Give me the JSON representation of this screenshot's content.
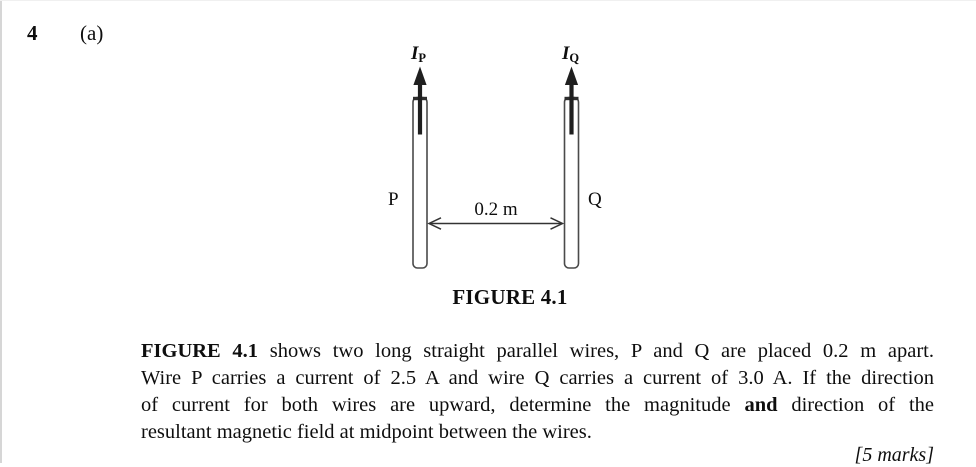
{
  "page": {
    "question_number": "4",
    "part_label": "(a)"
  },
  "figure": {
    "current_label_p": {
      "symbol": "I",
      "sub": "P"
    },
    "current_label_q": {
      "symbol": "I",
      "sub": "Q"
    },
    "wire_p_label": "P",
    "wire_q_label": "Q",
    "distance_label": "0.2 m",
    "caption": "FIGURE 4.1"
  },
  "paragraph": {
    "lines": [
      {
        "segments": [
          {
            "text": "FIGURE 4.1",
            "bold": true
          },
          {
            "text": " shows  two long straight parallel wires, P and Q are placed 0.2 m apart.",
            "bold": false
          }
        ]
      },
      {
        "segments": [
          {
            "text": "Wire P carries a current of 2.5 A and wire Q carries a current of 3.0 A. If the direction",
            "bold": false
          }
        ]
      },
      {
        "segments": [
          {
            "text": "of current for both wires are upward, determine the magnitude ",
            "bold": false
          },
          {
            "text": "and",
            "bold": true
          },
          {
            "text": " direction of the",
            "bold": false
          }
        ]
      },
      {
        "segments": [
          {
            "text": "resultant magnetic field at midpoint between the wires.",
            "bold": false
          }
        ]
      }
    ]
  },
  "marks_label": "[5 marks]",
  "colors": {
    "ink": "#0e0e0e",
    "diagram_stroke": "#3d3d3d",
    "arrow_ink": "#1f1f1f",
    "page_edge": "#d6d6d6",
    "background": "#ffffff"
  }
}
